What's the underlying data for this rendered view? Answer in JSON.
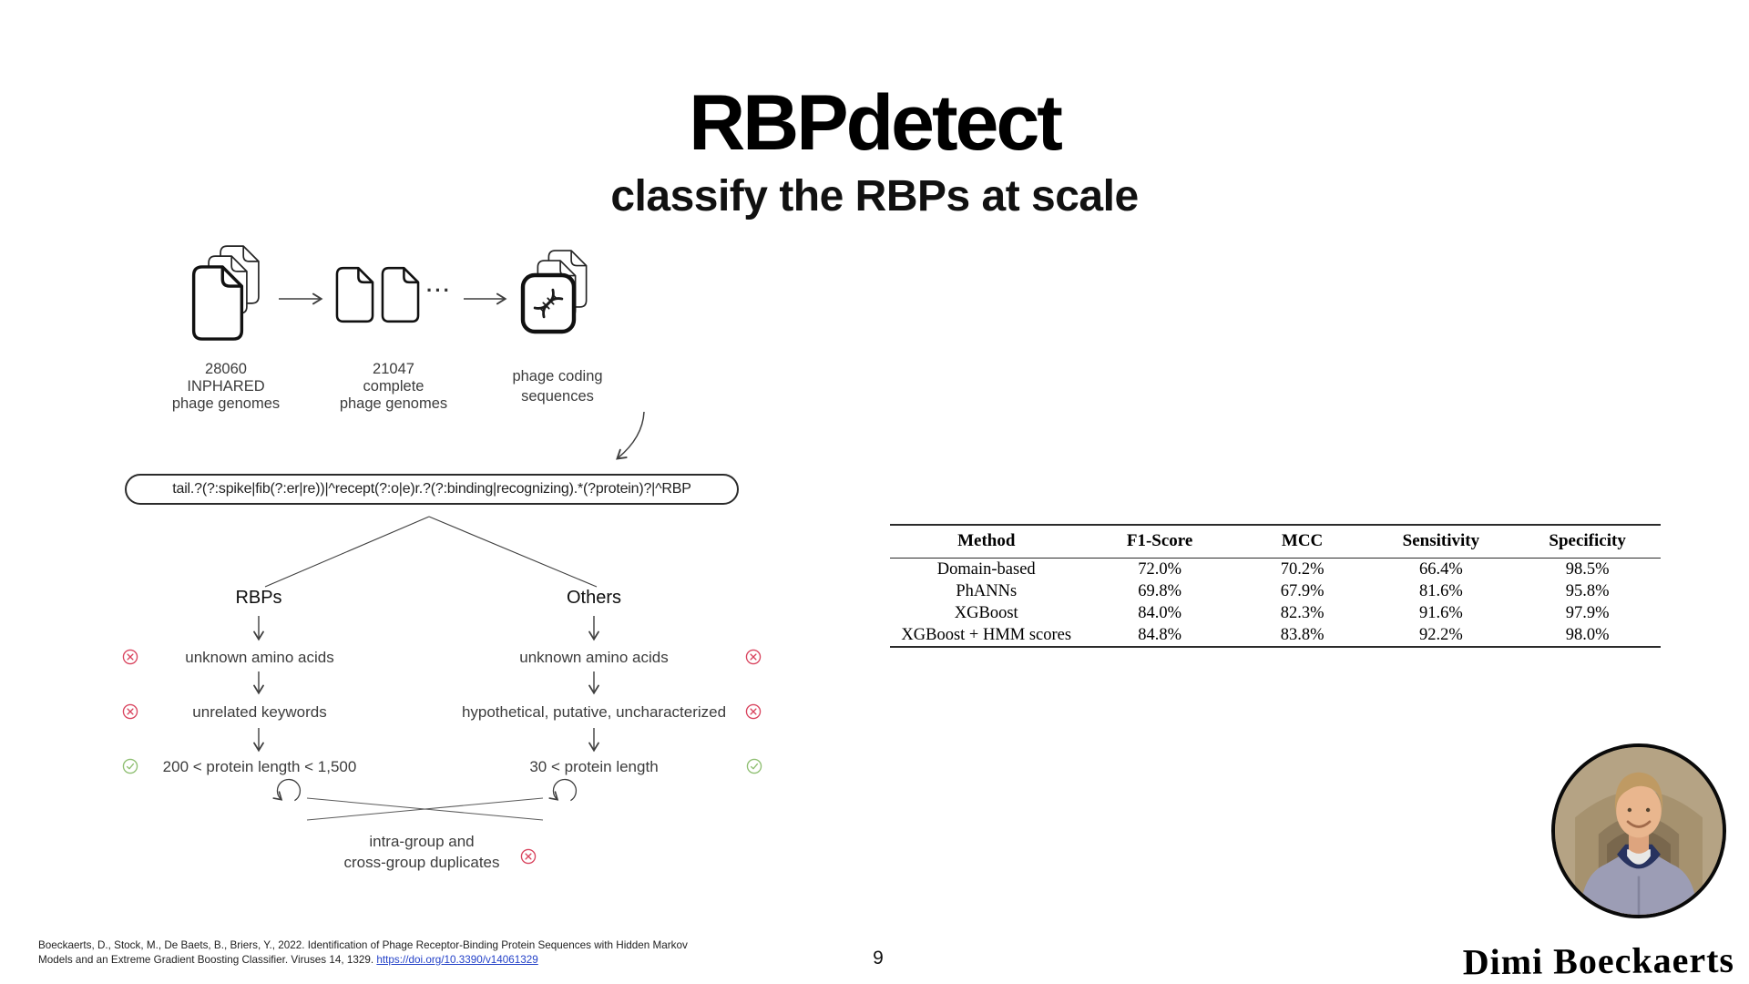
{
  "slide": {
    "title": "RBPdetect",
    "subtitle": "classify the RBPs at scale"
  },
  "pipeline": {
    "steps": [
      {
        "label_lines": [
          "28060",
          "INPHARED",
          "phage genomes"
        ]
      },
      {
        "label_lines": [
          "21047",
          "complete",
          "phage genomes"
        ]
      },
      {
        "label_lines": [
          "phage coding",
          "sequences"
        ]
      }
    ],
    "ellipsis": "···"
  },
  "regex_filter": "tail.?(?:spike|fib(?:er|re))|^recept(?:o|e)r.?(?:binding|recognizing).*(?protein)?|^RBP",
  "classification": {
    "left_branch": {
      "label": "RBPs",
      "filters": [
        {
          "text": "unknown amino acids",
          "status": "excluded"
        },
        {
          "text": "unrelated keywords",
          "status": "excluded"
        },
        {
          "text": "200 < protein length < 1,500",
          "status": "included"
        }
      ]
    },
    "right_branch": {
      "label": "Others",
      "filters": [
        {
          "text": "unknown amino acids",
          "status": "excluded"
        },
        {
          "text": "hypothetical, putative, uncharacterized",
          "status": "excluded"
        },
        {
          "text": "30 < protein length",
          "status": "included"
        }
      ]
    },
    "dedup": {
      "lines": [
        "intra-group and",
        "cross-group duplicates"
      ],
      "status": "excluded"
    }
  },
  "results_table": {
    "headers": [
      "Method",
      "F1-Score",
      "MCC",
      "Sensitivity",
      "Specificity"
    ],
    "rows": [
      [
        "Domain-based",
        "72.0%",
        "70.2%",
        "66.4%",
        "98.5%"
      ],
      [
        "PhANNs",
        "69.8%",
        "67.9%",
        "81.6%",
        "95.8%"
      ],
      [
        "XGBoost",
        "84.0%",
        "82.3%",
        "91.6%",
        "97.9%"
      ],
      [
        "XGBoost + HMM scores",
        "84.8%",
        "83.8%",
        "92.2%",
        "98.0%"
      ]
    ]
  },
  "footer": {
    "citation_line1": "Boeckaerts, D., Stock, M., De Baets, B., Briers, Y., 2022. Identification of Phage Receptor-Binding Protein Sequences with Hidden Markov",
    "citation_line2": "Models and an Extreme Gradient Boosting Classifier. Viruses 14, 1329. ",
    "citation_link": "https://doi.org/10.3390/v14061329",
    "page_number": "9",
    "signature": "Dimi Boeckaerts"
  },
  "colors": {
    "exclude_red": "#d9455f",
    "include_green": "#8fbf72",
    "link_blue": "#2442c8"
  }
}
